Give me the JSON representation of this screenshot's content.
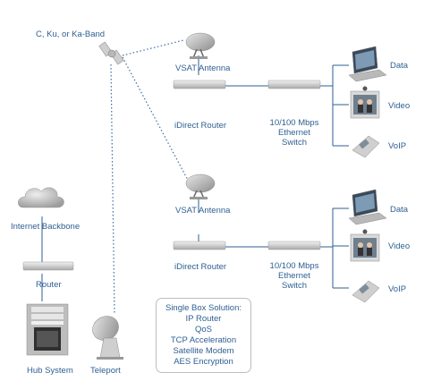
{
  "diagram": {
    "satellite_label": "C, Ku, or Ka-Band",
    "remote1": {
      "antenna": "VSAT Antenna",
      "router": "iDirect Router",
      "switch_l1": "10/100 Mbps",
      "switch_l2": "Ethernet",
      "switch_l3": "Switch",
      "devices": [
        "Data",
        "Video",
        "VoIP"
      ]
    },
    "remote2": {
      "antenna": "VSAT Antenna",
      "router": "iDirect Router",
      "switch_l1": "10/100 Mbps",
      "switch_l2": "Ethernet",
      "switch_l3": "Switch",
      "devices": [
        "Data",
        "Video",
        "VoIP"
      ]
    },
    "hub": {
      "internet": "Internet Backbone",
      "router": "Router",
      "hub_system": "Hub System",
      "teleport": "Teleport"
    },
    "solution": {
      "title": "Single Box Solution:",
      "items": [
        "IP Router",
        "QoS",
        "TCP Acceleration",
        "Satellite Modem",
        "AES Encryption"
      ]
    },
    "colors": {
      "line": "#2e5f93",
      "text": "#2e5f93",
      "device": "#d4d4d4"
    }
  }
}
